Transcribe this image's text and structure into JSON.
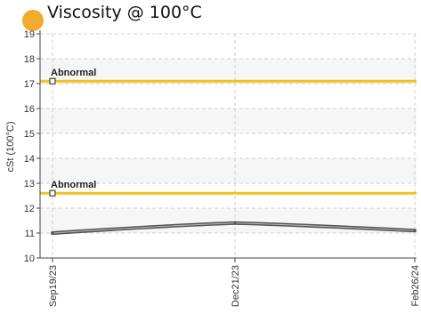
{
  "header": {
    "title": "Viscosity @ 100°C",
    "dot_color": "#f0ab2e"
  },
  "chart_data": {
    "type": "line",
    "ylabel": "cSt (100°C)",
    "xlabel": "",
    "ylim": [
      10,
      19
    ],
    "yticks": [
      "19",
      "18",
      "17",
      "16",
      "15",
      "14",
      "13",
      "12",
      "11",
      "10"
    ],
    "x": [
      "Sep19/23",
      "Dec21/23",
      "Feb26/24"
    ],
    "grid": true,
    "thresholds": [
      {
        "label": "Abnormal",
        "value": 17.1,
        "color": "#f2c21b"
      },
      {
        "label": "Abnormal",
        "value": 12.6,
        "color": "#f2c21b"
      }
    ],
    "series": [
      {
        "values": [
          11.0,
          11.4,
          11.1
        ],
        "color": "#555555"
      }
    ]
  }
}
